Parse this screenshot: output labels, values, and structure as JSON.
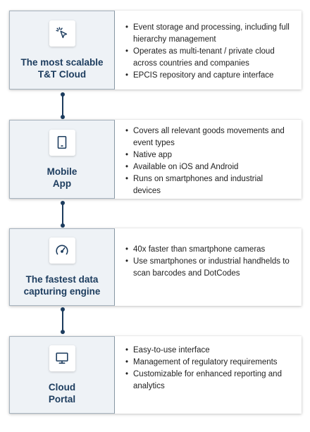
{
  "cards": [
    {
      "icon": "cursor-click-icon",
      "title": "The most scalable\nT&T Cloud",
      "bullets": [
        "Event storage and processing, including full hierarchy management",
        "Operates as multi-tenant / private cloud across countries and companies",
        "EPCIS repository and capture interface"
      ]
    },
    {
      "icon": "tablet-icon",
      "title": "Mobile\nApp",
      "bullets": [
        "Covers all relevant goods movements and event types",
        "Native app",
        "Available on iOS and Android",
        "Runs on smartphones and industrial devices"
      ]
    },
    {
      "icon": "speedometer-icon",
      "title": "The fastest data\ncapturing engine",
      "bullets": [
        "40x faster than smartphone cameras",
        "Use smartphones or industrial handhelds to scan barcodes and DotCodes"
      ]
    },
    {
      "icon": "monitor-icon",
      "title": "Cloud\nPortal",
      "bullets": [
        "Easy-to-use interface",
        "Management of regulatory requirements",
        "Customizable for enhanced reporting and analytics"
      ]
    }
  ],
  "colors": {
    "accent": "#1c3c5e",
    "panel": "#eef2f6"
  }
}
